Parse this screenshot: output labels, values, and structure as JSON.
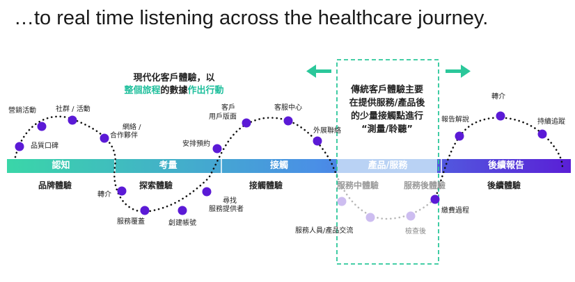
{
  "title": "…to real time listening across the healthcare journey.",
  "intro": {
    "line1": "現代化客戶體驗，以",
    "teal1": "整個旅程",
    "mid": "的數據",
    "teal2": "作出行動"
  },
  "callout": {
    "line1": "傳統客戶體驗主要",
    "line2": "在提供服務/產品後",
    "line3": "的少量接觸點進行",
    "line4": "“測量/聆聽”"
  },
  "stages": [
    "認知",
    "考量",
    "接觸",
    "產品/服務",
    "後續報告"
  ],
  "experiences": {
    "brand": "品牌體驗",
    "explore": "探索體驗",
    "contact": "接觸體驗",
    "service_mid": "服務中體驗",
    "service_after": "服務後體驗",
    "followup": "後續體驗"
  },
  "touchpoints": {
    "marketing": "營銷活動",
    "social": "社群 / 活動",
    "reputation": "品質口碑",
    "network": "網絡 /",
    "partner": "合作夥伴",
    "referral": "轉介",
    "coverage": "服務覆蓋",
    "account": "創建帳號",
    "find": "尋找",
    "provider": "服務提供者",
    "schedule": "安排預約",
    "client_a": "客戶",
    "client_b": "用戶版面",
    "service_center": "客服中心",
    "outreach": "外展聯絡",
    "staff": "服務人員/產品交流",
    "checkup": "檢查後",
    "payment": "繳費過程",
    "report": "報告解說",
    "referral2": "轉介",
    "followup_track": "持續追蹤"
  },
  "colors": {
    "dot": "#5b1ad6",
    "dot_faded": "#cdbdf0",
    "teal": "#1fbf9c",
    "band_start": "#3ad6a8",
    "band_mid": "#4a8fe6",
    "band_end": "#5a1fd6",
    "band_faded": "#b9d2f4",
    "dash": "#2bc79a"
  }
}
